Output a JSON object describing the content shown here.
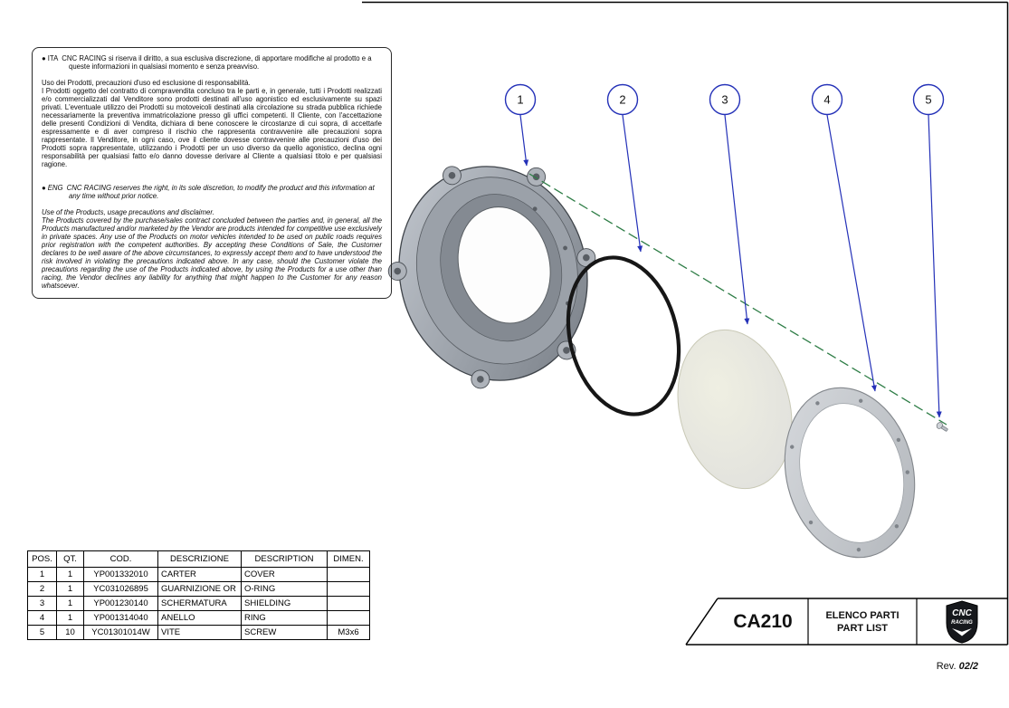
{
  "colors": {
    "accent_blue": "#2431b8",
    "axis_green": "#2e7d46",
    "shield_beige": "#e8e8d8"
  },
  "disclaimer": {
    "bullet": "●",
    "ita_label": "ITA",
    "ita_intro": "CNC RACING si riserva il diritto, a sua esclusiva discrezione, di apportare modifiche al prodotto e a queste informazioni in qualsiasi momento e senza preavviso.",
    "ita_heading": "Uso dei Prodotti, precauzioni d'uso ed esclusione di responsabilità.",
    "ita_body": "I Prodotti oggetto del contratto di compravendita concluso tra le parti e, in generale, tutti i Prodotti realizzati e/o commercializzati dal Venditore sono prodotti destinati all'uso agonistico ed esclusivamente su spazi privati. L'eventuale utilizzo dei Prodotti su motoveicoli destinati alla circolazione su strada pubblica richiede necessariamente la preventiva immatricolazione presso gli uffici competenti. Il Cliente, con l'accettazione delle presenti Condizioni di Vendita, dichiara di bene conoscere le circostanze di cui sopra, di accettarle espressamente e di aver compreso il rischio che rappresenta contravvenire alle precauzioni sopra rappresentate. Il Venditore, in ogni caso, ove il cliente dovesse contravvenire alle precauzioni d'uso dei Prodotti sopra rappresentate, utilizzando i Prodotti per un uso diverso da quello agonistico, declina ogni responsabilità per qualsiasi fatto e/o danno dovesse derivare al Cliente a qualsiasi titolo e per qualsiasi ragione.",
    "eng_label": "ENG",
    "eng_intro": "CNC RACING reserves the right, in its sole discretion, to modify the product and this information at any time without prior notice.",
    "eng_heading": "Use of the Products, usage precautions and disclaimer.",
    "eng_body": "The Products covered by the purchase/sales contract concluded between the parties and, in general, all the Products manufactured and/or marketed by the Vendor are products intended for competitive use exclusively in private spaces. Any use of the Products on motor vehicles intended to be used on public roads requires prior registration with the competent authorities. By accepting these Conditions of Sale, the Customer declares to be well aware of the above circumstances, to expressly accept them and to have understood the risk involved in violating the precautions indicated above. In any case, should the Customer violate the precautions regarding the use of the Products indicated above, by using the Products for a use other than racing, the Vendor declines any liability for anything that might happen to the Customer for any reason whatsoever."
  },
  "diagram": {
    "callouts": [
      "1",
      "2",
      "3",
      "4",
      "5"
    ]
  },
  "table": {
    "headers": [
      "POS.",
      "QT.",
      "COD.",
      "DESCRIZIONE",
      "DESCRIPTION",
      "DIMEN."
    ],
    "rows": [
      [
        "1",
        "1",
        "YP001332010",
        "CARTER",
        "COVER",
        ""
      ],
      [
        "2",
        "1",
        "YC031026895",
        "GUARNIZIONE OR",
        "O-RING",
        ""
      ],
      [
        "3",
        "1",
        "YP001230140",
        "SCHERMATURA",
        "SHIELDING",
        ""
      ],
      [
        "4",
        "1",
        "YP001314040",
        "ANELLO",
        "RING",
        ""
      ],
      [
        "5",
        "10",
        "YC01301014W",
        "VITE",
        "SCREW",
        "M3x6"
      ]
    ]
  },
  "title_block": {
    "code": "CA210",
    "list_title_line1": "ELENCO PARTI",
    "list_title_line2": "PART LIST",
    "logo_line1": "CNC",
    "logo_line2": "RACING"
  },
  "rev": {
    "label": "Rev.",
    "value": "02/2"
  }
}
